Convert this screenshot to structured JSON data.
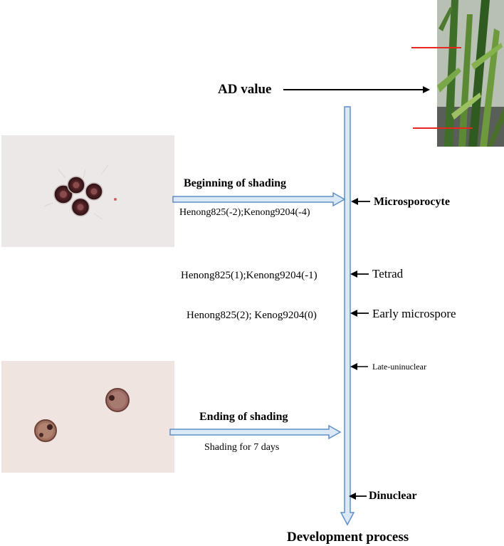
{
  "labels": {
    "ad_value": "AD value",
    "beginning_shading": "Beginning of shading",
    "ad_beginning": "Henong825(-2);Kenong9204(-4)",
    "microsporocyte": "Microsporocyte",
    "ad_tetrad": "Henong825(1);Kenong9204(-1)",
    "tetrad": "Tetrad",
    "ad_early": "Henong825(2); Kenog9204(0)",
    "early_microspore": "Early microspore",
    "late_uninuclear": "Late-uninuclear",
    "ending_shading": "Ending of shading",
    "shading_duration": "Shading for 7 days",
    "dinuclear": "Dinuclear",
    "development_process": "Development process"
  },
  "colors": {
    "timeline_fill": "#dbe8f6",
    "timeline_stroke": "#5f8fc8",
    "red_marker": "#e8261e"
  }
}
